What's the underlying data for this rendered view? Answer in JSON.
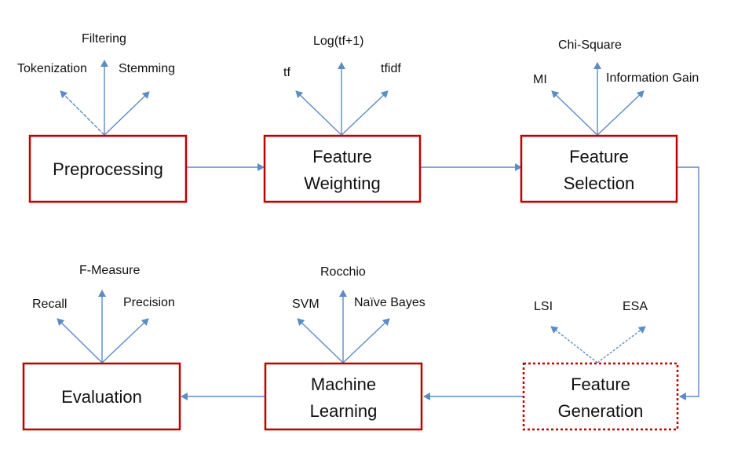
{
  "colors": {
    "box_border": "#c00000",
    "arrow": "#5b8cc6",
    "text": "#111111"
  },
  "stages": {
    "preprocessing": {
      "label": "Preprocessing",
      "style": "solid"
    },
    "weighting": {
      "line1": "Feature",
      "line2": "Weighting",
      "style": "solid"
    },
    "selection": {
      "line1": "Feature",
      "line2": "Selection",
      "style": "solid"
    },
    "generation": {
      "line1": "Feature",
      "line2": "Generation",
      "style": "dotted"
    },
    "learning": {
      "line1": "Machine",
      "line2": "Learning",
      "style": "solid"
    },
    "evaluation": {
      "label": "Evaluation",
      "style": "solid"
    }
  },
  "methods": {
    "preprocessing": [
      "Tokenization",
      "Filtering",
      "Stemming"
    ],
    "weighting": [
      "tf",
      "Log(tf+1)",
      "tfidf"
    ],
    "selection": [
      "MI",
      "Chi-Square",
      "Information Gain"
    ],
    "generation": [
      "LSI",
      "ESA"
    ],
    "learning": [
      "SVM",
      "Rocchio",
      "Naïve Bayes"
    ],
    "evaluation": [
      "Recall",
      "F-Measure",
      "Precision"
    ]
  },
  "flow": [
    "preprocessing",
    "weighting",
    "selection",
    "generation",
    "learning",
    "evaluation"
  ]
}
